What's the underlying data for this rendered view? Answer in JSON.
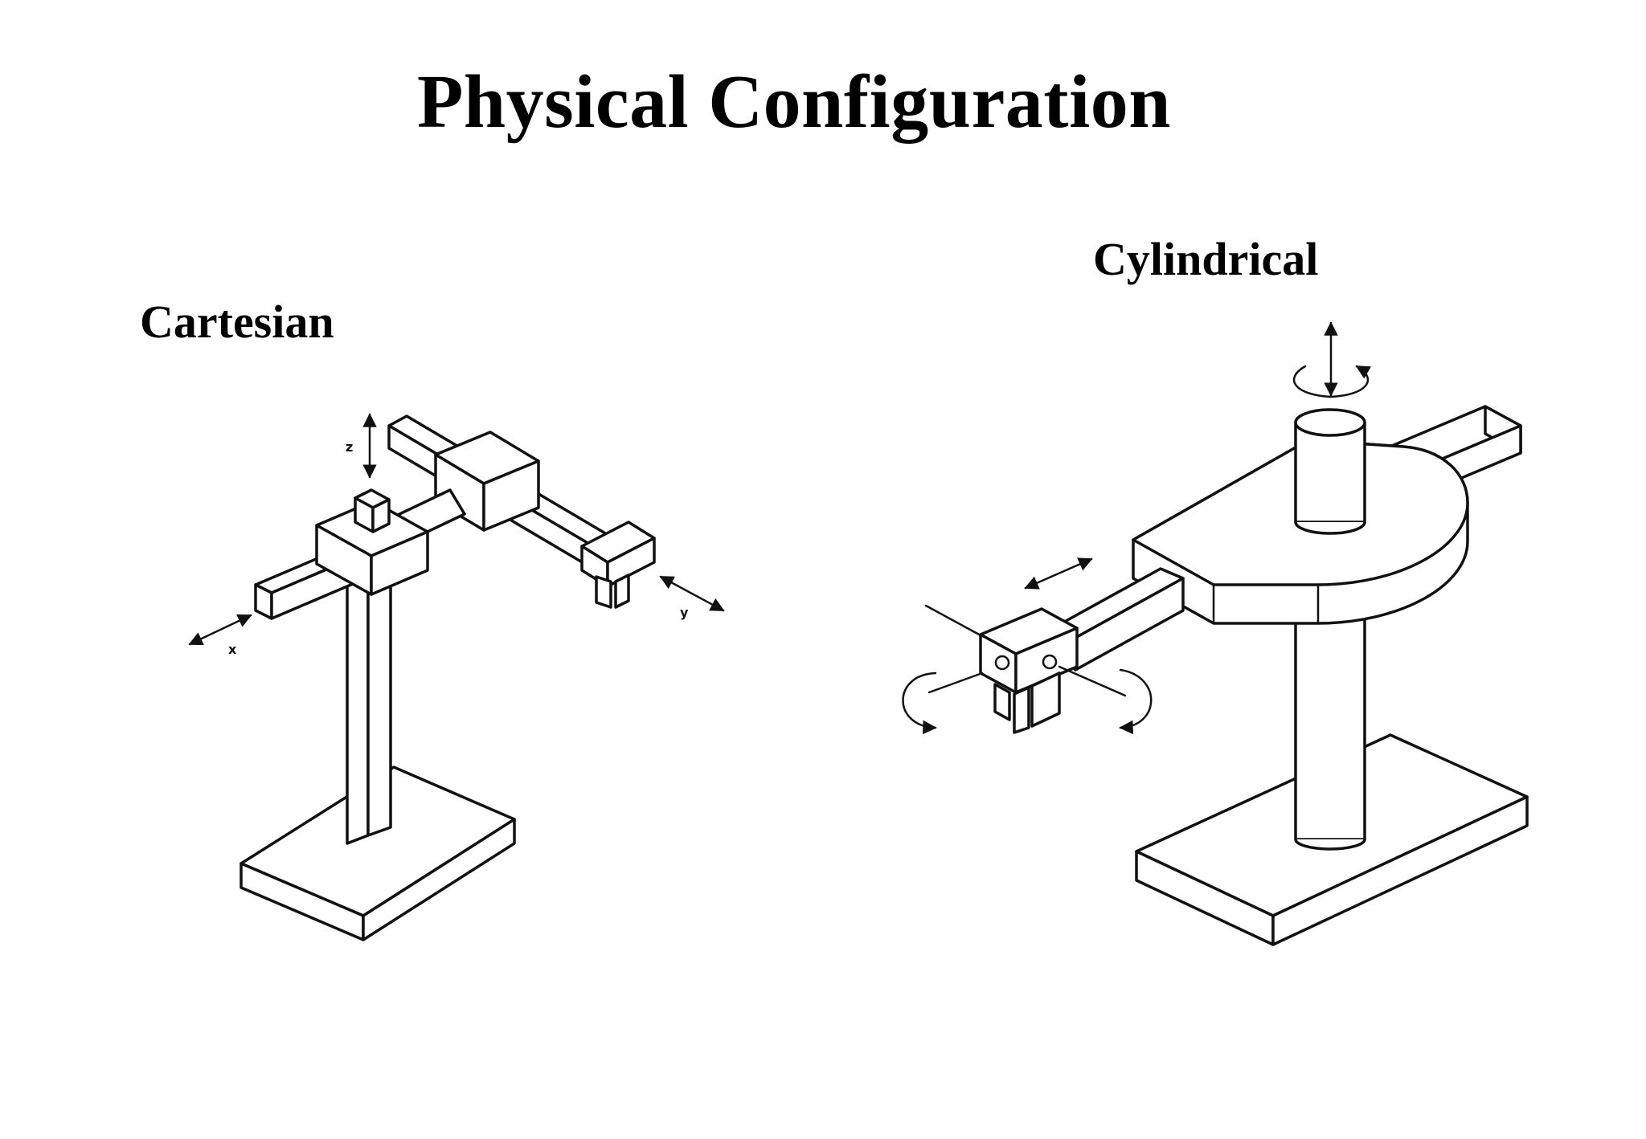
{
  "page": {
    "title": "Physical Configuration"
  },
  "panels": {
    "cartesian": {
      "label": "Cartesian",
      "axes": {
        "x": "x",
        "y": "y",
        "z": "z"
      }
    },
    "cylindrical": {
      "label": "Cylindrical"
    }
  }
}
